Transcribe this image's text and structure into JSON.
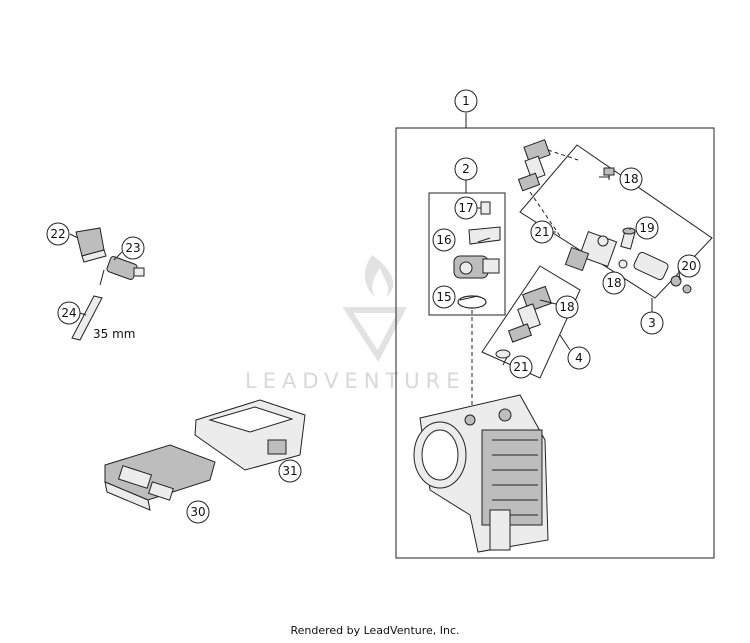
{
  "watermark": {
    "text": "LEADVENTURE"
  },
  "footer": {
    "text": "Rendered by LeadVenture, Inc."
  },
  "dimension_label": "35 mm",
  "callouts": {
    "c1": "1",
    "c2": "2",
    "c3": "3",
    "c4": "4",
    "c15": "15",
    "c16": "16",
    "c17": "17",
    "c18a": "18",
    "c18b": "18",
    "c18c": "18",
    "c19": "19",
    "c20": "20",
    "c21a": "21",
    "c21b": "21",
    "c22": "22",
    "c23": "23",
    "c24": "24",
    "c30": "30",
    "c31": "31"
  }
}
